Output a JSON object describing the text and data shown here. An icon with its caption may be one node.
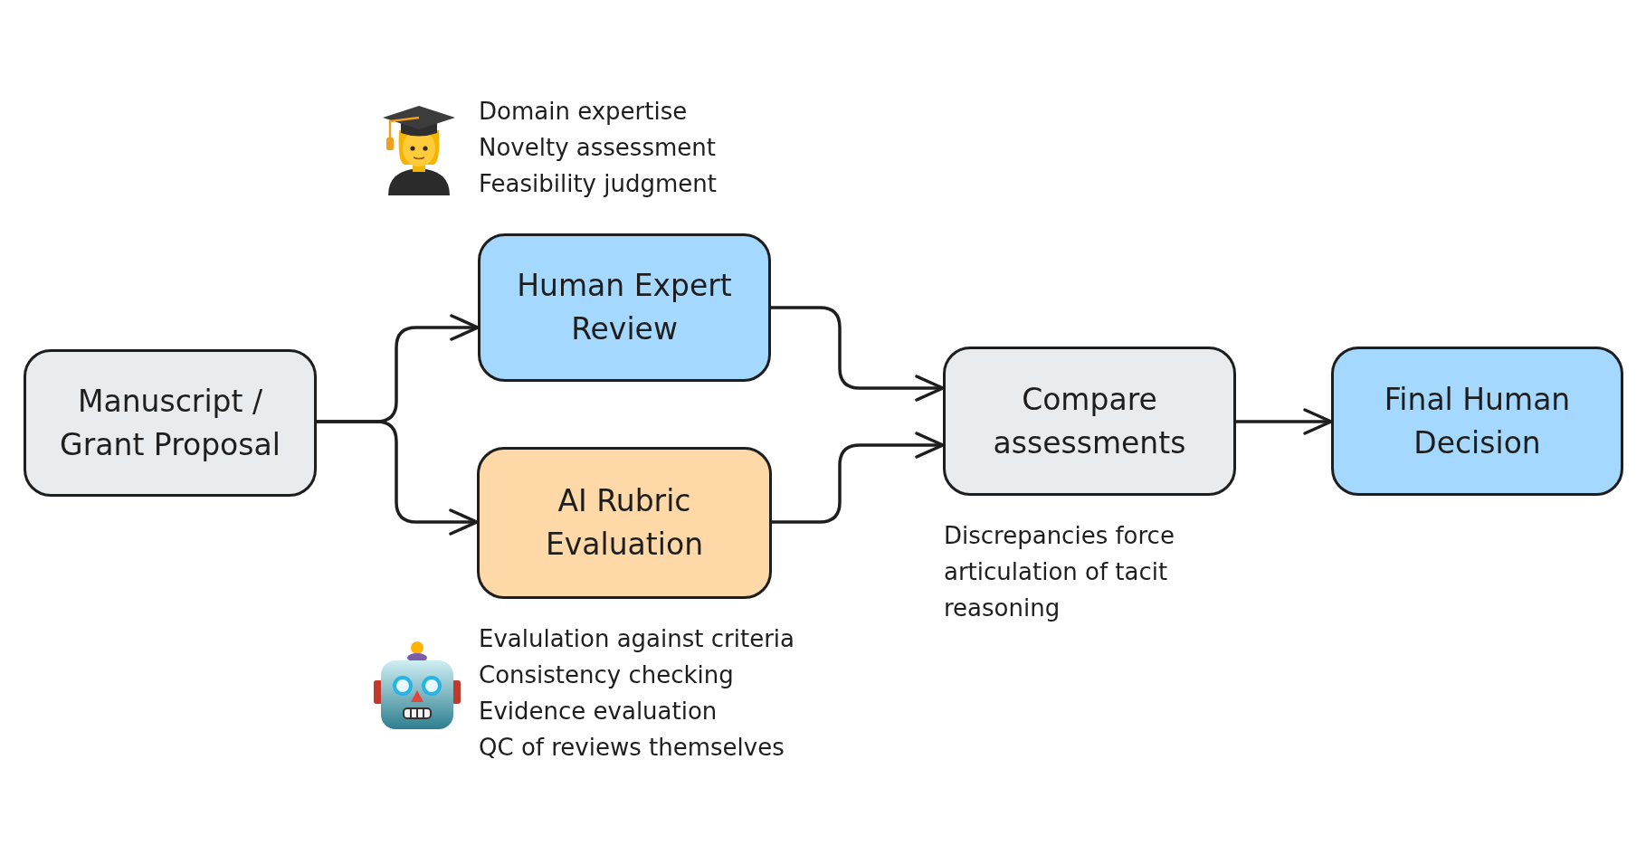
{
  "diagram": {
    "nodes": [
      {
        "text": [
          "Manuscript / Grant Proposal"
        ]
      },
      {
        "text": [
          "Human Expert Review"
        ],
        "beside": [
          "Domain expertise",
          "Novelty assessment",
          "Feasibility judgment"
        ]
      },
      {
        "text": [
          "AI Rubric Evaluation"
        ],
        "beside": [
          "Evalulation against criteria",
          "Consistency checking",
          "Evidence evaluation",
          "QC of reviews themselves"
        ]
      },
      {
        "text": [
          "Compare assessments"
        ],
        "beside": [
          "Discrepancies force articulation of tacit reasoning"
        ]
      },
      {
        "text": [
          "Final Human Decision"
        ]
      }
    ],
    "edges": [
      {
        "from": 0,
        "to": 1,
        "arrow": "to"
      },
      {
        "from": 0,
        "to": 2,
        "arrow": "to"
      },
      {
        "from": 1,
        "to": 3,
        "arrow": "to"
      },
      {
        "from": 2,
        "to": 3,
        "arrow": "to"
      },
      {
        "from": 3,
        "to": 4,
        "arrow": "to"
      }
    ]
  }
}
